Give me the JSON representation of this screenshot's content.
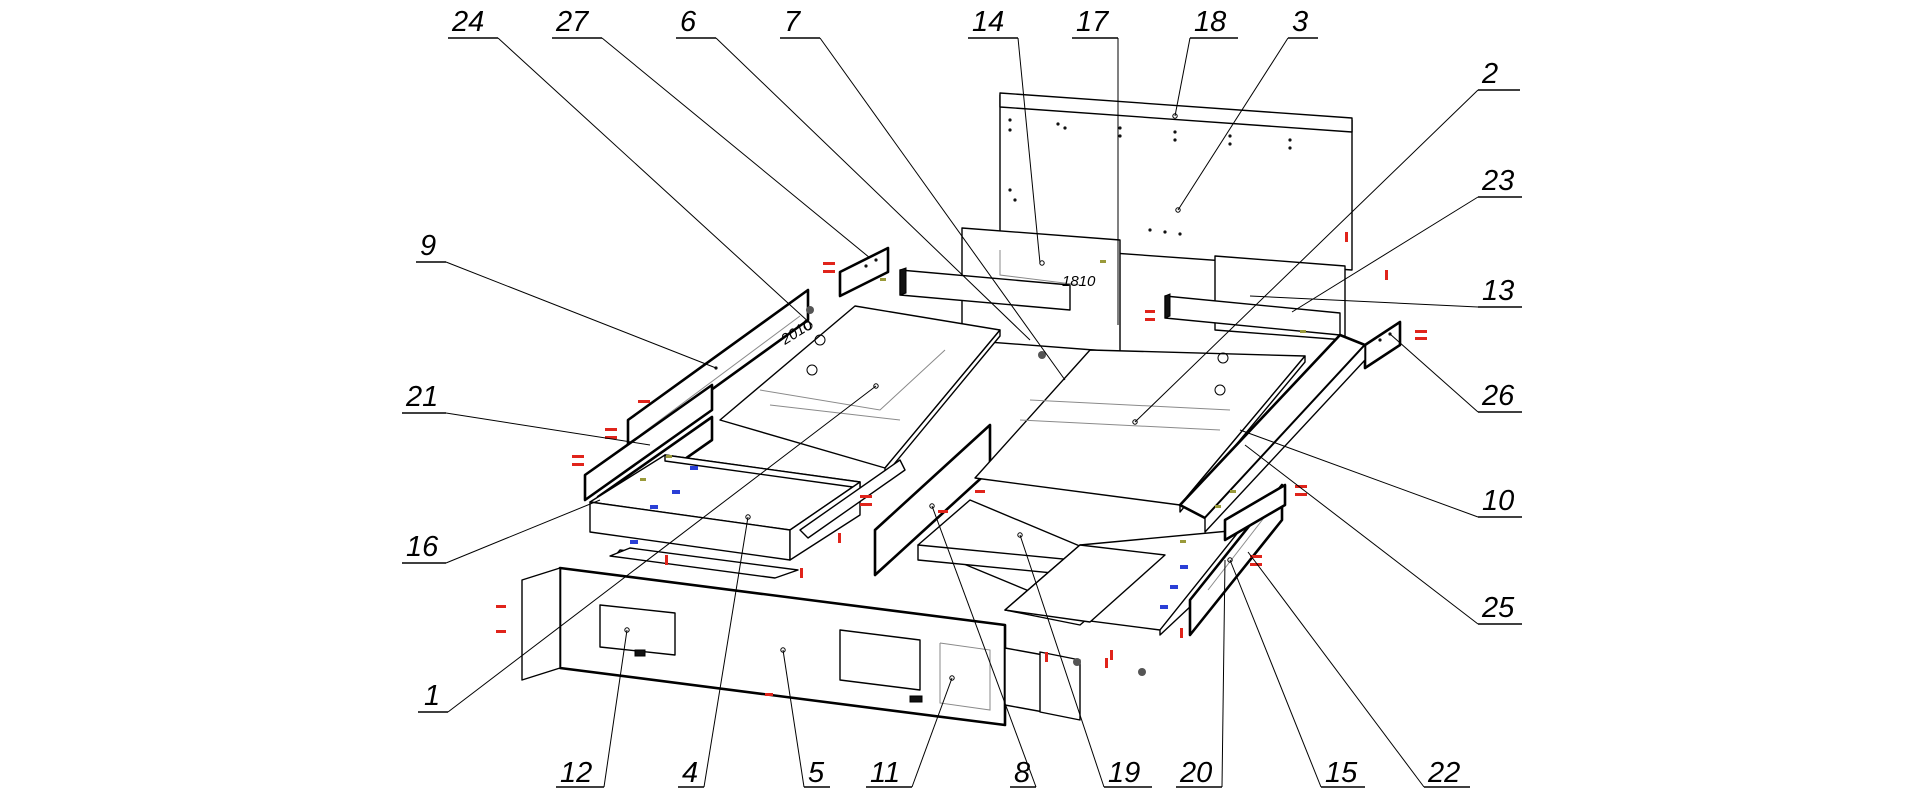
{
  "callouts": [
    {
      "id": "24",
      "label": "24"
    },
    {
      "id": "27",
      "label": "27"
    },
    {
      "id": "6",
      "label": "6"
    },
    {
      "id": "7",
      "label": "7"
    },
    {
      "id": "14",
      "label": "14"
    },
    {
      "id": "17",
      "label": "17"
    },
    {
      "id": "18",
      "label": "18"
    },
    {
      "id": "3",
      "label": "3"
    },
    {
      "id": "2",
      "label": "2"
    },
    {
      "id": "23",
      "label": "23"
    },
    {
      "id": "13",
      "label": "13"
    },
    {
      "id": "26",
      "label": "26"
    },
    {
      "id": "10",
      "label": "10"
    },
    {
      "id": "25",
      "label": "25"
    },
    {
      "id": "22",
      "label": "22"
    },
    {
      "id": "15",
      "label": "15"
    },
    {
      "id": "20",
      "label": "20"
    },
    {
      "id": "19",
      "label": "19"
    },
    {
      "id": "8",
      "label": "8"
    },
    {
      "id": "11",
      "label": "11"
    },
    {
      "id": "5",
      "label": "5"
    },
    {
      "id": "4",
      "label": "4"
    },
    {
      "id": "12",
      "label": "12"
    },
    {
      "id": "1",
      "label": "1"
    },
    {
      "id": "16",
      "label": "16"
    },
    {
      "id": "21",
      "label": "21"
    },
    {
      "id": "9",
      "label": "9"
    }
  ],
  "dimensions": {
    "width_label": "1810",
    "length_label": "2010"
  },
  "colors": {
    "line": "#000000",
    "dowel": "#e0241b",
    "cam": "#2a3fd6",
    "confirmat": "#9a9a3a"
  }
}
